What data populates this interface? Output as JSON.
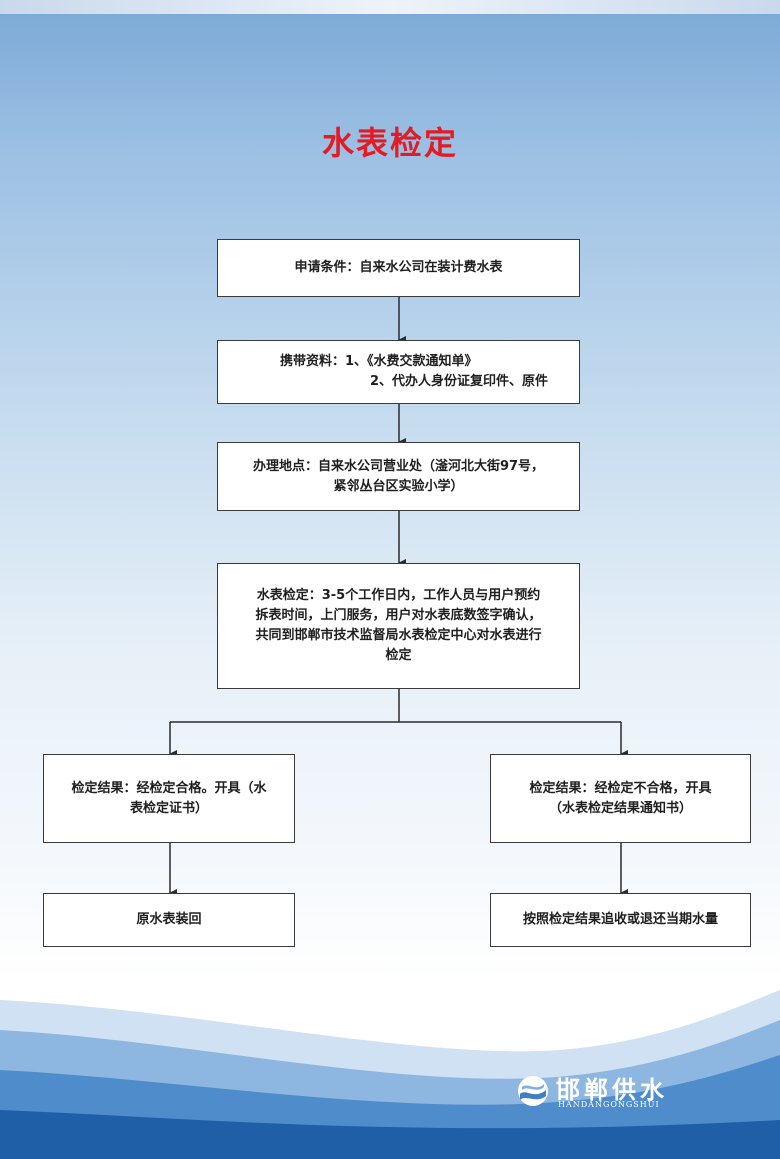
{
  "title": "水表检定",
  "steps": {
    "condition": "申请条件：自来水公司在装计费水表",
    "materials": [
      "携带资料：1、《水费交款通知单》",
      "2、代办人身份证复印件、原件"
    ],
    "location": [
      "办理地点：自来水公司营业处（滏河北大街97号，",
      "紧邻丛台区实验小学）"
    ],
    "inspection": [
      "水表检定：3-5个工作日内，工作人员与用户预约",
      "拆表时间，上门服务，用户对水表底数签字确认，",
      "共同到邯郸市技术监督局水表检定中心对水表进行",
      "检定"
    ],
    "pass_result": [
      "检定结果：经检定合格。开具（水",
      "表检定证书）"
    ],
    "fail_result": [
      "检定结果：经检定不合格，开具",
      "（水表检定结果通知书）"
    ],
    "pass_action": "原水表装回",
    "fail_action": "按照检定结果追收或退还当期水量"
  },
  "logo": {
    "name": "邯郸供水",
    "pinyin": "HANDANGONGSHUI"
  },
  "colors": {
    "title": "#e31b23",
    "wave_dark": "#1f5fa8",
    "wave_light": "#5b95cf"
  }
}
